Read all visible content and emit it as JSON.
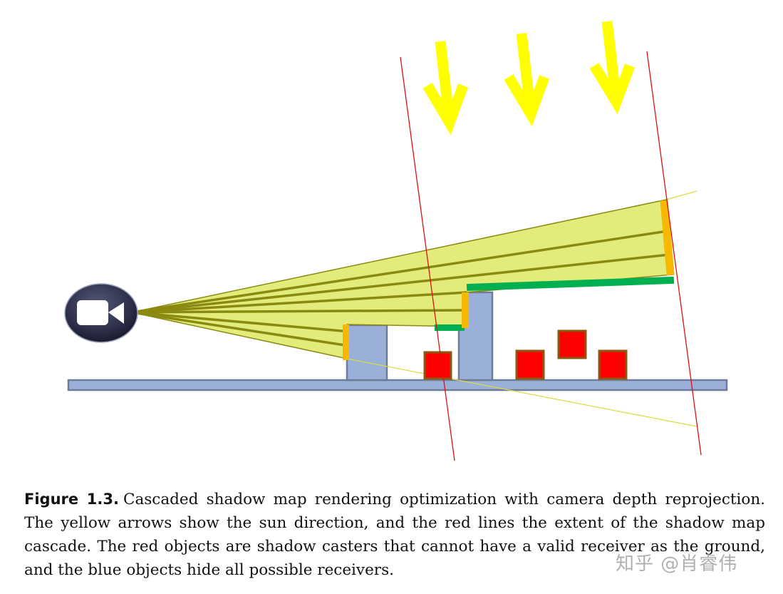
{
  "figure": {
    "label": "Figure 1.3.",
    "caption": "Cascaded shadow map rendering optimization with camera depth reprojection. The yellow arrows show the sun direction, and the red lines the extent of the shadow map cascade. The red objects are shadow casters that cannot have a valid receiver as the ground, and the blue objects hide all possible receivers."
  },
  "watermark": "知乎 @肖睿伟",
  "colors": {
    "frustum_fill": "#e3ec7a",
    "frustum_ray": "#8a8a10",
    "sun_arrow": "#ffff00",
    "cascade_line": "#dd1010",
    "blocker": "#9bb0d8",
    "blocker_edge": "#6e7c9a",
    "caster": "#ff0000",
    "caster_edge": "#8a5a10",
    "receiver_marker": "#f6b800",
    "occluder_top": "#00b050",
    "camera": "#2a2c44"
  },
  "icons": {
    "camera": "video-camera-icon",
    "sun": "arrow-down-icon"
  }
}
